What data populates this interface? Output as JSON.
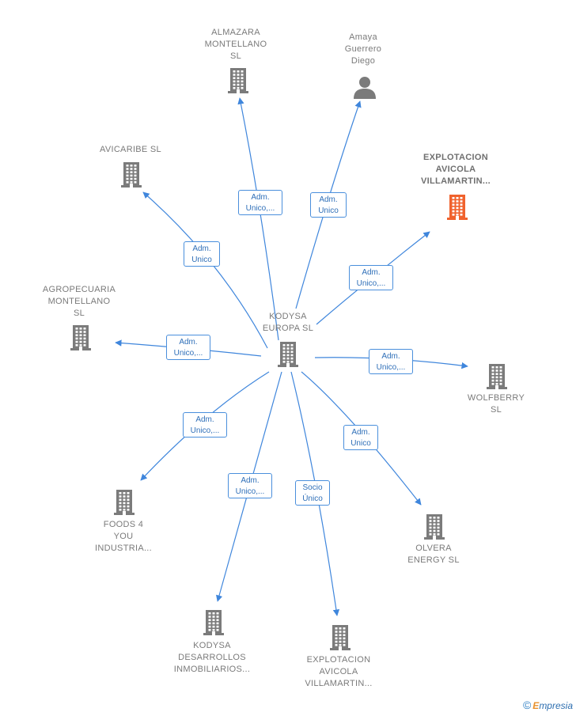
{
  "center": {
    "label": "KODYSA\nEUROPA  SL",
    "icon": "building-icon"
  },
  "nodes": [
    {
      "id": "almazara",
      "label": "ALMAZARA\nMONTELLANO\nSL",
      "icon": "building-icon",
      "highlight": false
    },
    {
      "id": "amaya",
      "label": "Amaya\nGuerrero\nDiego",
      "icon": "person-icon",
      "highlight": false
    },
    {
      "id": "explotacion-top",
      "label": "EXPLOTACION\nAVICOLA\nVILLAMARTIN...",
      "icon": "building-icon",
      "highlight": true
    },
    {
      "id": "avicaribe",
      "label": "AVICARIBE  SL",
      "icon": "building-icon",
      "highlight": false
    },
    {
      "id": "agropecuaria",
      "label": "AGROPECUARIA\nMONTELLANO\nSL",
      "icon": "building-icon",
      "highlight": false
    },
    {
      "id": "wolfberry",
      "label": "WOLFBERRY\nSL",
      "icon": "building-icon",
      "highlight": false
    },
    {
      "id": "foods4you",
      "label": "FOODS 4\nYOU\nINDUSTRIA...",
      "icon": "building-icon",
      "highlight": false
    },
    {
      "id": "olvera",
      "label": "OLVERA\nENERGY  SL",
      "icon": "building-icon",
      "highlight": false
    },
    {
      "id": "kodysa-des",
      "label": "KODYSA\nDESARROLLOS\nINMOBILIARIOS...",
      "icon": "building-icon",
      "highlight": false
    },
    {
      "id": "explotacion-bottom",
      "label": "EXPLOTACION\nAVICOLA\nVILLAMARTIN...",
      "icon": "building-icon",
      "highlight": false
    }
  ],
  "edges": [
    {
      "to": "almazara",
      "label": "Adm.\nUnico,..."
    },
    {
      "to": "amaya",
      "label": "Adm.\nUnico"
    },
    {
      "to": "explotacion-top",
      "label": "Adm.\nUnico,..."
    },
    {
      "to": "avicaribe",
      "label": "Adm.\nUnico"
    },
    {
      "to": "agropecuaria",
      "label": "Adm.\nUnico,..."
    },
    {
      "to": "wolfberry",
      "label": "Adm.\nUnico,..."
    },
    {
      "to": "foods4you",
      "label": "Adm.\nUnico,..."
    },
    {
      "to": "olvera",
      "label": "Adm.\nUnico"
    },
    {
      "to": "kodysa-des",
      "label": "Adm.\nUnico,..."
    },
    {
      "to": "explotacion-bottom",
      "label": "Socio\nÚnico"
    }
  ],
  "colors": {
    "edge": "#3f86dc",
    "icon": "#7b7b7b",
    "highlight": "#f0622d"
  },
  "brand": {
    "symbol": "©",
    "initial": "E",
    "rest": "mpresia"
  }
}
